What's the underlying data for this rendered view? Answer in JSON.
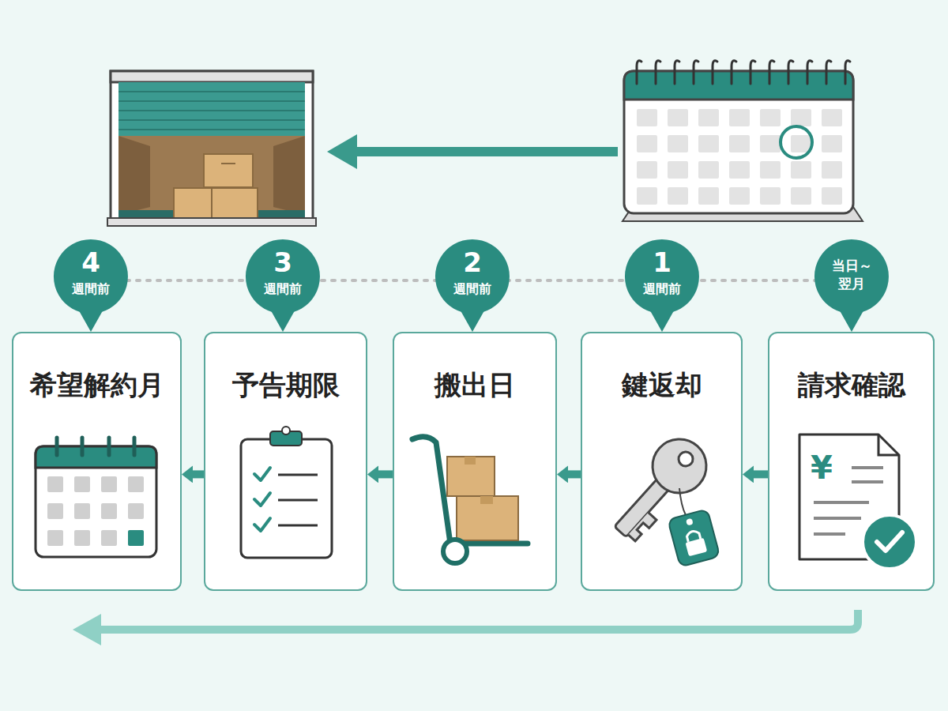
{
  "diagram": {
    "nodes": [
      {
        "text": [
          "4",
          "週間前"
        ]
      },
      {
        "text": [
          "3",
          "週間前"
        ]
      },
      {
        "text": [
          "2",
          "週間前"
        ]
      },
      {
        "text": [
          "1",
          "週間前"
        ]
      },
      {
        "text": [
          "当日～ 翌月"
        ]
      },
      {
        "text": [
          "希望解約月"
        ]
      },
      {
        "text": [
          "予告期限"
        ]
      },
      {
        "text": [
          "搬出日"
        ]
      },
      {
        "text": [
          "鍵返却"
        ]
      },
      {
        "text": [
          "請求確認"
        ]
      }
    ],
    "edges": [
      {
        "from": 6,
        "to": 5,
        "arrow": "to"
      },
      {
        "from": 7,
        "to": 6,
        "arrow": "to"
      },
      {
        "from": 8,
        "to": 7,
        "arrow": "to"
      },
      {
        "from": 9,
        "to": 8,
        "arrow": "to"
      }
    ],
    "labels": [
      "¥"
    ]
  }
}
